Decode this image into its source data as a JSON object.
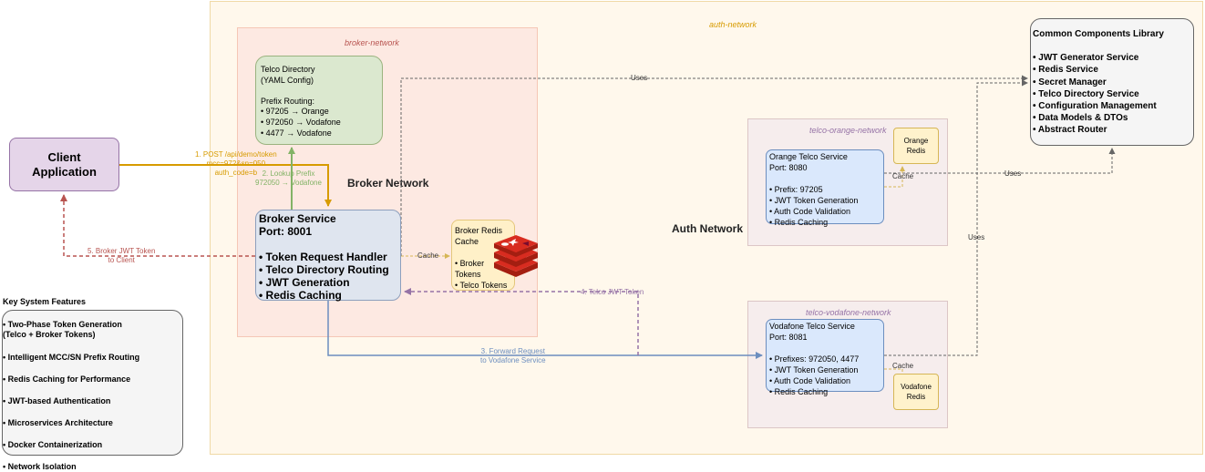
{
  "networks": {
    "auth": "auth-network",
    "broker": "broker-network",
    "orange": "telco-orange-network",
    "vodafone": "telco-vodafone-network"
  },
  "client": {
    "title": "Client\nApplication"
  },
  "telco_directory": {
    "title": "Telco Directory",
    "subtitle": "(YAML Config)",
    "routing_heading": "Prefix Routing:",
    "routes": [
      "• 97205 → Orange",
      "• 972050 → Vodafone",
      "• 4477 → Vodafone"
    ]
  },
  "broker_service": {
    "title": "Broker Service",
    "port": "Port: 8001",
    "items": [
      "• Token Request Handler",
      "• Telco Directory Routing",
      "• JWT Generation",
      "• Redis Caching"
    ]
  },
  "broker_redis": {
    "title": "Broker Redis",
    "subtitle": "Cache",
    "items": [
      "• Broker",
      "Tokens",
      "• Telco Tokens"
    ]
  },
  "orange_service": {
    "title": "Orange Telco Service",
    "port": "Port: 8080",
    "items": [
      "• Prefix: 97205",
      "• JWT Token Generation",
      "• Auth Code Validation",
      "• Redis Caching"
    ]
  },
  "vodafone_service": {
    "title": "Vodafone Telco Service",
    "port": "Port: 8081",
    "items": [
      "• Prefixes: 972050, 4477",
      "• JWT Token Generation",
      "• Auth Code Validation",
      "• Redis Caching"
    ]
  },
  "orange_redis": {
    "label": "Orange\nRedis"
  },
  "vodafone_redis": {
    "label": "Vodafone\nRedis"
  },
  "common_library": {
    "title": "Common Components Library",
    "items": [
      "• JWT Generator Service",
      "• Redis Service",
      "• Secret Manager",
      "• Telco Directory Service",
      "• Configuration Management",
      "• Data Models & DTOs",
      "• Abstract Router"
    ]
  },
  "features": {
    "title": "Key System Features",
    "items": [
      "• Two-Phase Token Generation\n(Telco + Broker Tokens)",
      "• Intelligent MCC/SN Prefix Routing",
      "• Redis Caching for Performance",
      "• JWT-based Authentication",
      "• Microservices Architecture",
      "• Docker Containerization",
      "• Network Isolation"
    ]
  },
  "section_labels": {
    "broker_network": "Broker Network",
    "auth_network": "Auth Network"
  },
  "edges": {
    "step1": "1. POST /api/demo/token\nmcc=972&sn=050\nauth_code=b",
    "step2": "2. Lookup Prefix\n972050 → Vodafone",
    "step3": "3. Forward Request\nto Vodafone Service",
    "step4": "4. Telco JWT Token",
    "step5": "5. Broker JWT Token\nto Client",
    "cache_broker": "Cache",
    "cache_orange": "Cache",
    "cache_vodafone": "Cache",
    "uses_broker": "Uses",
    "uses_orange": "Uses",
    "uses_vodafone": "Uses"
  },
  "colors": {
    "orange_arrow": "#d79b00",
    "green_arrow": "#82b366",
    "blue_arrow": "#6c8ebf",
    "red_arrow": "#b85450",
    "purple_arrow": "#9673a6",
    "uses_line": "#666666",
    "cache_line": "#d6b656"
  }
}
